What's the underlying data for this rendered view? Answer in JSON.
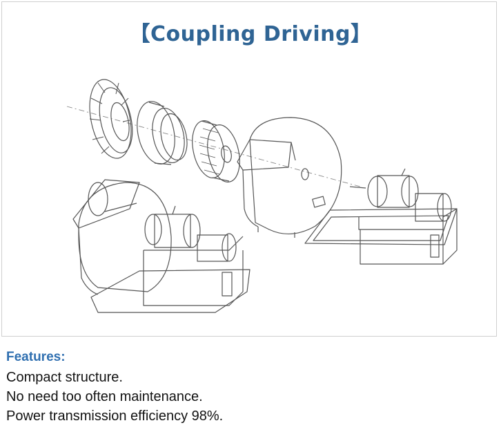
{
  "diagram": {
    "title": "Coupling Driving",
    "title_color": "#2f6494"
  },
  "features": {
    "heading": "Features:",
    "heading_color": "#2f6fb0",
    "items": [
      "Compact structure.",
      "No need too often maintenance.",
      "Power transmission efficiency 98%."
    ]
  }
}
